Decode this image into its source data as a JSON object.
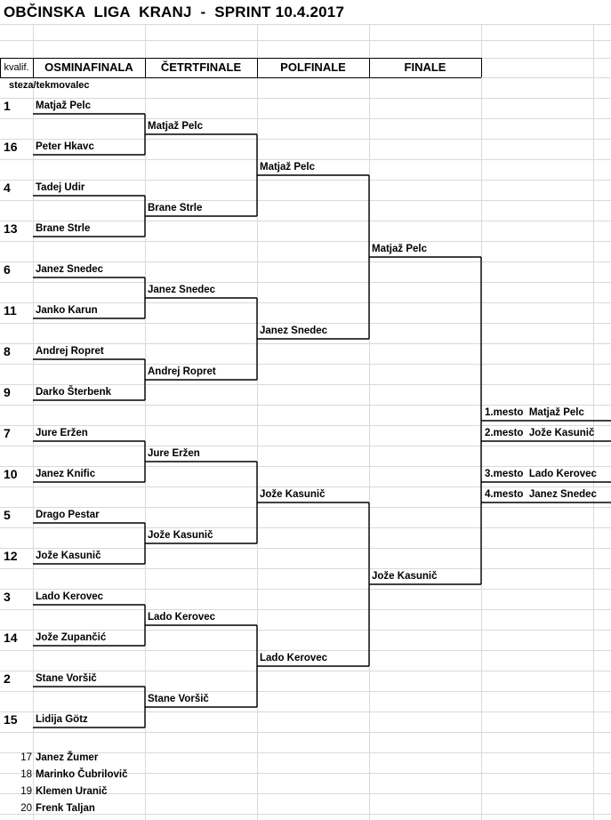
{
  "title": "OBČINSKA  LIGA  KRANJ  -  SPRINT 10.4.2017",
  "headers": {
    "kvalif": "kvalif.",
    "round1": "OSMINAFINALA",
    "round2": "ČETRTFINALE",
    "round3": "POLFINALE",
    "round4": "FINALE"
  },
  "subheader": "steza/tekmovalec",
  "round1": [
    {
      "seed": "1",
      "name": "Matjaž Pelc"
    },
    {
      "seed": "16",
      "name": "Peter Hkavc"
    },
    {
      "seed": "4",
      "name": "Tadej Udir"
    },
    {
      "seed": "13",
      "name": "Brane Strle"
    },
    {
      "seed": "6",
      "name": "Janez Snedec"
    },
    {
      "seed": "11",
      "name": "Janko Karun"
    },
    {
      "seed": "8",
      "name": "Andrej Ropret"
    },
    {
      "seed": "9",
      "name": "Darko Šterbenk"
    },
    {
      "seed": "7",
      "name": "Jure Eržen"
    },
    {
      "seed": "10",
      "name": "Janez Knific"
    },
    {
      "seed": "5",
      "name": "Drago Pestar"
    },
    {
      "seed": "12",
      "name": "Jože Kasunič"
    },
    {
      "seed": "3",
      "name": "Lado Kerovec"
    },
    {
      "seed": "14",
      "name": "Jože Zupančić"
    },
    {
      "seed": "2",
      "name": "Stane Voršič"
    },
    {
      "seed": "15",
      "name": "Lidija Götz"
    }
  ],
  "round2": [
    "Matjaž Pelc",
    "Brane Strle",
    "Janez Snedec",
    "Andrej Ropret",
    "Jure Eržen",
    "Jože Kasunič",
    "Lado Kerovec",
    "Stane Voršič"
  ],
  "round3": [
    "Matjaž Pelc",
    "Janez Snedec",
    "Jože Kasunič",
    "Lado Kerovec"
  ],
  "round4": [
    "Matjaž Pelc",
    "Jože Kasunič"
  ],
  "placings": [
    "1.mesto  Matjaž Pelc",
    "2.mesto  Jože Kasunič",
    "3.mesto  Lado Kerovec",
    "4.mesto  Janez Snedec"
  ],
  "reserves": [
    {
      "num": "17",
      "name": "Janez Žumer"
    },
    {
      "num": "18",
      "name": "Marinko Čubrilovič"
    },
    {
      "num": "19",
      "name": "Klemen Uranič"
    },
    {
      "num": "20",
      "name": "Frenk Taljan"
    }
  ]
}
